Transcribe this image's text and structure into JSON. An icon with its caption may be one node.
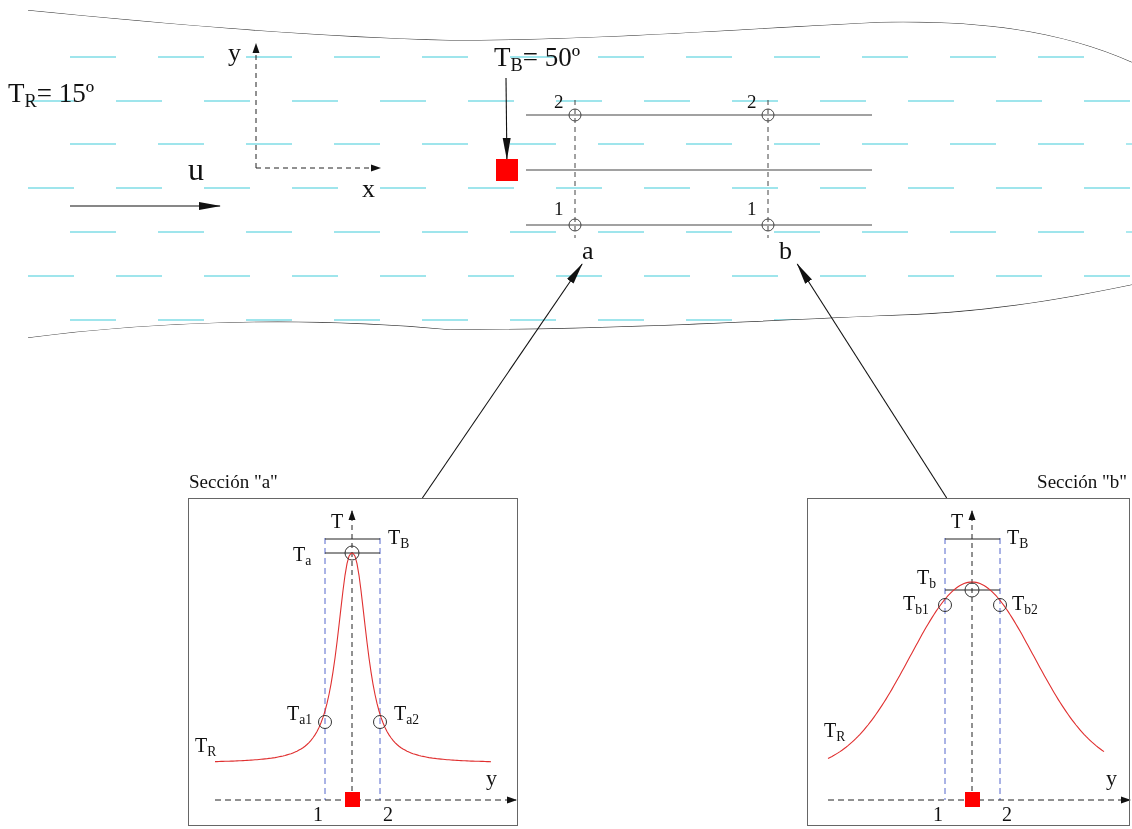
{
  "diagram": {
    "nodes": [
      {
        "text": [
          "Sección \"a\""
        ]
      },
      {
        "text": [
          "Sección \"b\""
        ]
      },
      {
        "text": [
          "a"
        ]
      },
      {
        "text": [
          "b"
        ]
      },
      {
        "text": [
          "T$_{B}$= 50º"
        ]
      },
      {
        "text": [],
        "shape": "box"
      }
    ],
    "edges": [
      {
        "from": 0,
        "to": 2,
        "arrow": "to"
      },
      {
        "from": 1,
        "to": 3,
        "arrow": "to"
      },
      {
        "from": 4,
        "to": 5,
        "arrow": "to"
      }
    ],
    "labels": [
      "T$_{R}$= 15º",
      "y",
      "x",
      "u",
      "2",
      "2",
      "1",
      "1",
      "T",
      "T$_{B}$",
      "T$_{a}$",
      "T$_{a1}$",
      "T$_{a2}$",
      "T$_{R}$",
      "y",
      "1",
      "2",
      "T",
      "T$_{B}$",
      "T$_{b}$",
      "T$_{b1}$",
      "T$_{b2}$",
      "T$_{R}$",
      "y",
      "1",
      "2"
    ]
  }
}
